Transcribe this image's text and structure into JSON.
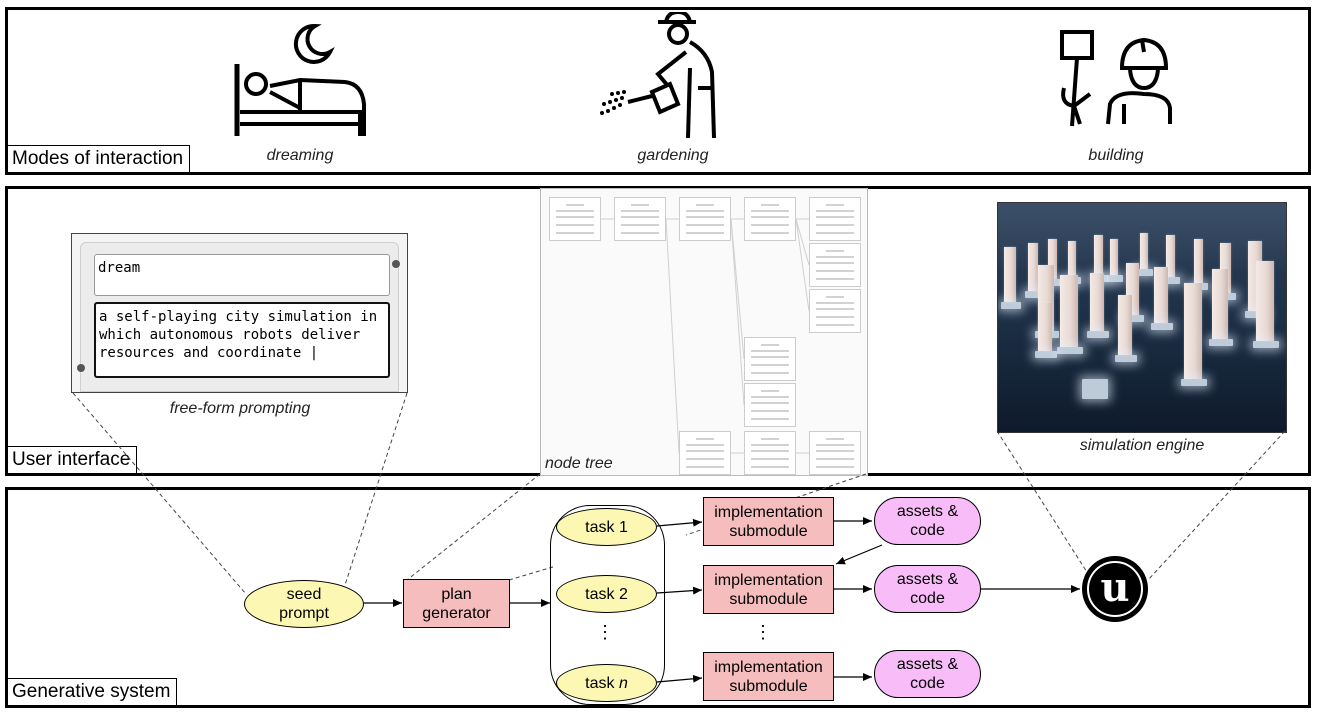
{
  "panels": {
    "modes": {
      "label": "Modes of interaction"
    },
    "ui": {
      "label": "User interface"
    },
    "generative": {
      "label": "Generative system"
    }
  },
  "modes": [
    {
      "icon": "bed-moon-icon",
      "caption": "dreaming"
    },
    {
      "icon": "gardener-watering-icon",
      "caption": "gardening"
    },
    {
      "icon": "worker-hammer-icon",
      "caption": "building"
    }
  ],
  "ui": {
    "prompt": {
      "title_value": "dream",
      "body_value": "a self-playing city simulation in\nwhich autonomous robots deliver\nresources and coordinate |",
      "caption": "free-form prompting"
    },
    "tree": {
      "caption": "node tree"
    },
    "sim": {
      "caption": "simulation engine"
    }
  },
  "diagram": {
    "seed": "seed\nprompt",
    "plan": "plan\ngenerator",
    "tasks": [
      "task 1",
      "task 2",
      "task"
    ],
    "task_n_var": "n",
    "task_ellipsis": "⋮",
    "impl_label": "implementation\nsubmodule",
    "impl_ellipsis": "⋮",
    "assets_label": "assets &\ncode",
    "engine_icon": "unreal-engine-icon"
  },
  "colors": {
    "seed_fill": "#fcf8b4",
    "impl_fill": "#f5bdbd",
    "assets_fill": "#f8bcf8"
  }
}
